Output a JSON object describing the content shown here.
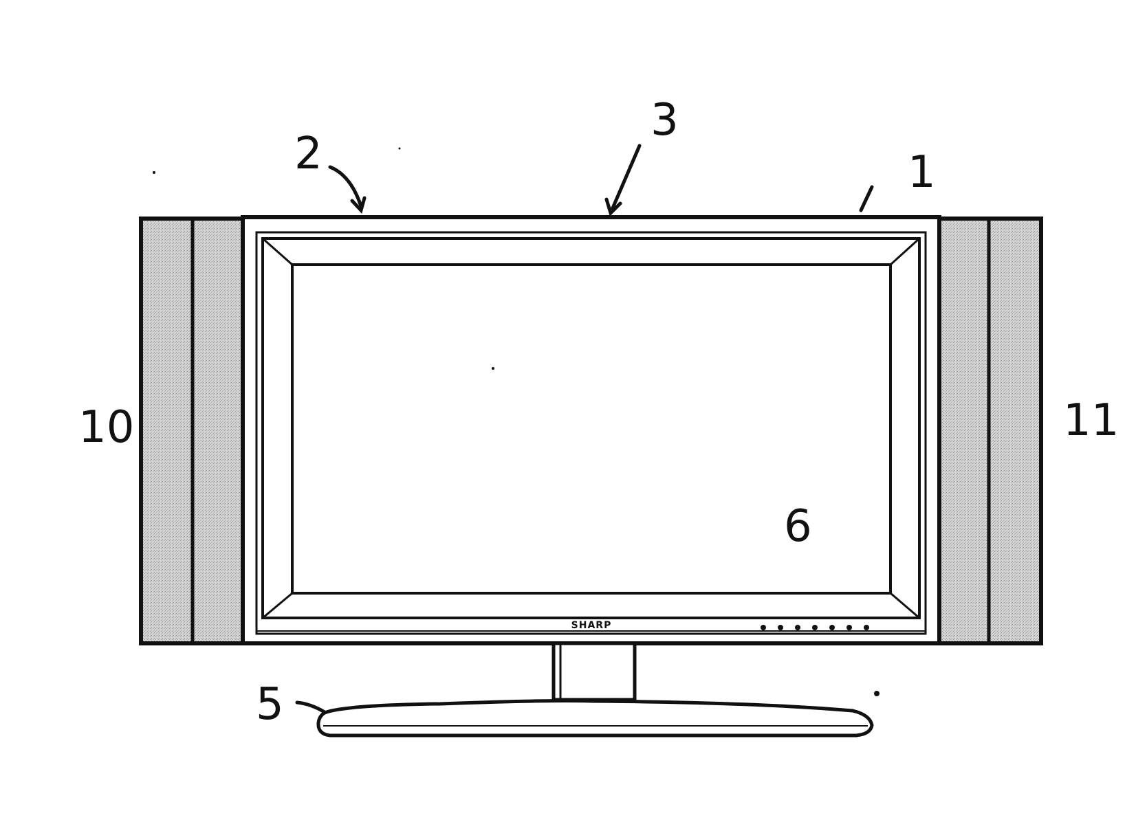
{
  "reference_numerals": {
    "tv_body": "1",
    "top_edge_left": "2",
    "top_edge_center": "3",
    "stand_base": "5",
    "screen": "6",
    "left_speaker": "10",
    "right_speaker": "11"
  },
  "brand_logo": "SHARP",
  "colors": {
    "ink": "#111111",
    "speaker_grille": "#c8c8c8",
    "paper": "#ffffff"
  }
}
